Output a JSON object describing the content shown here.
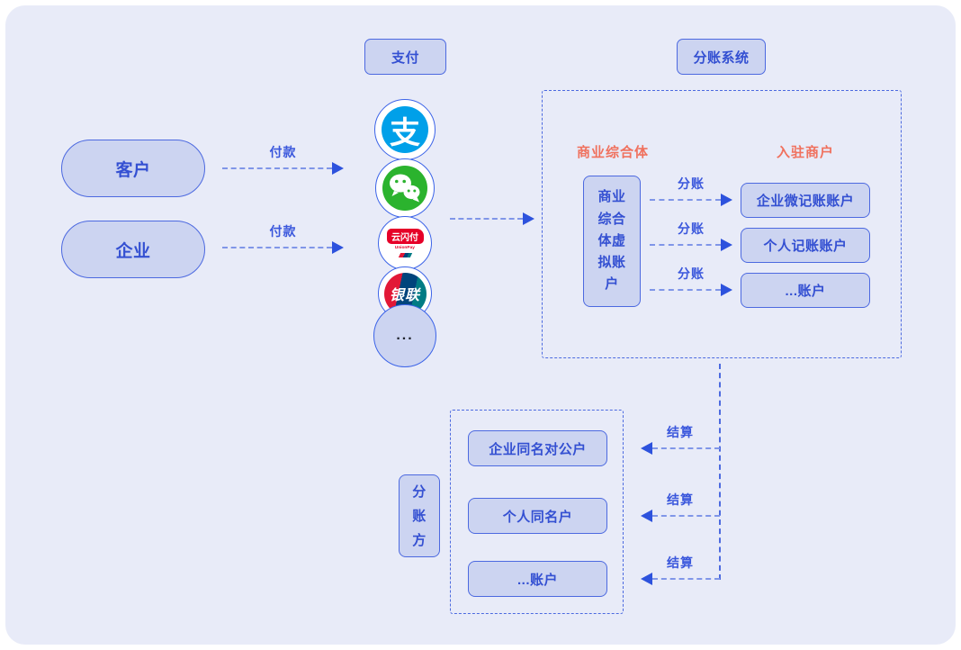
{
  "colors": {
    "canvas_bg": "#e8ebf8",
    "node_fill": "#ccd4f1",
    "node_border": "#4c69e0",
    "text_blue": "#3450d2",
    "header_red": "#f0715e",
    "arrow_shaft": "#8096e8",
    "arrow_head": "#2d52dd",
    "alipay_blue": "#00a0e9",
    "wechat_green": "#2bb32e",
    "unionpay_red": "#e21836",
    "unionpay_navy": "#00447c",
    "unionpay_teal": "#007b84"
  },
  "top_labels": {
    "payment": "支付",
    "split_system": "分账系统"
  },
  "payers": {
    "customer": "客户",
    "enterprise": "企业",
    "arrow_label": "付款"
  },
  "channels": {
    "alipay_glyph": "支",
    "quickpass_text": "云闪付",
    "quickpass_sub": "UnionPay",
    "unionpay_text": "银联",
    "more_text": "..."
  },
  "split_panel": {
    "complex_header": "商业综合体",
    "merchants_header": "入驻商户",
    "virtual_account": "商业综合体虚拟账户",
    "split_arrow_label": "分账",
    "accounts": [
      "企业微记账账户",
      "个人记账账户",
      "...账户"
    ]
  },
  "settlement_panel": {
    "party_label": "分账方",
    "arrow_label": "结算",
    "accounts": [
      "企业同名对公户",
      "个人同名户",
      "...账户"
    ]
  }
}
